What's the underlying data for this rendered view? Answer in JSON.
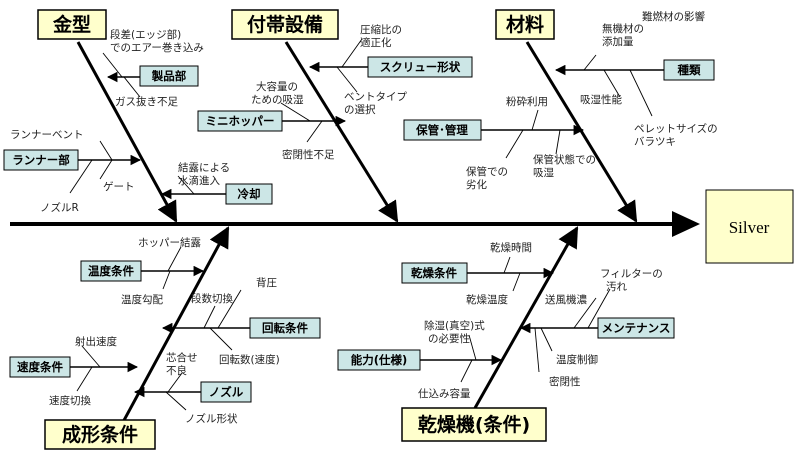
{
  "effect": "Silver",
  "main_categories": {
    "mold": "金型",
    "auxiliary": "付帯設備",
    "material": "材料",
    "molding": "成形条件",
    "dryer": "乾燥機(条件)"
  },
  "sub_categories": {
    "product_part": "製品部",
    "runner_part": "ランナー部",
    "cooling": "冷却",
    "screw_shape": "スクリュー形状",
    "mini_hopper": "ミニホッパー",
    "storage": "保管･管理",
    "kind": "種類",
    "temp_cond": "温度条件",
    "rotation_cond": "回転条件",
    "speed_cond": "速度条件",
    "nozzle": "ノズル",
    "drying_cond": "乾燥条件",
    "maintenance": "メンテナンス",
    "capacity": "能力(仕様)"
  },
  "causes": {
    "step_air_1": "段差(エッジ部)",
    "step_air_2": "でのエアー巻き込み",
    "gas_vent": "ガス抜き不足",
    "runner_vent": "ランナーベント",
    "gate": "ゲート",
    "nozzle_r": "ノズルR",
    "condense_1": "結露による",
    "condense_2": "水滴進入",
    "compress_1": "圧縮比の",
    "compress_2": "適正化",
    "vent_type_1": "ベントタイプ",
    "vent_type_2": "の選択",
    "large_cap_1": "大容量の",
    "large_cap_2": "ための吸湿",
    "airtight_1": "密閉性不足",
    "flame_1": "難燃材の影響",
    "inorganic_1": "無機材の",
    "inorganic_2": "添加量",
    "absorb": "吸湿性能",
    "pellet_1": "ペレットサイズの",
    "pellet_2": "バラツキ",
    "crushed": "粉砕利用",
    "storage_deg_1": "保管での",
    "storage_deg_2": "劣化",
    "storage_abs_1": "保管状態での",
    "storage_abs_2": "吸湿",
    "hopper_cond": "ホッパー結露",
    "temp_grad": "温度勾配",
    "back_pressure": "背圧",
    "stage_switch": "段数切換",
    "rpm": "回転数(速度)",
    "inj_speed": "射出速度",
    "speed_switch": "速度切換",
    "core_1": "芯合せ",
    "core_2": "不良",
    "nozzle_shape": "ノズル形状",
    "dry_time": "乾燥時間",
    "dry_temp": "乾燥温度",
    "filter_1": "フィルターの",
    "filter_2": "汚れ",
    "airflow": "送風機濃",
    "temp_ctrl": "温度制御",
    "airtight_2": "密閉性",
    "dehum_1": "除湿(真空)式",
    "dehum_2": "の必要性",
    "load_cap": "仕込み容量"
  },
  "colors": {
    "main_box": "#ffffcc",
    "sub_box": "#cce6e6",
    "line": "#000000"
  }
}
